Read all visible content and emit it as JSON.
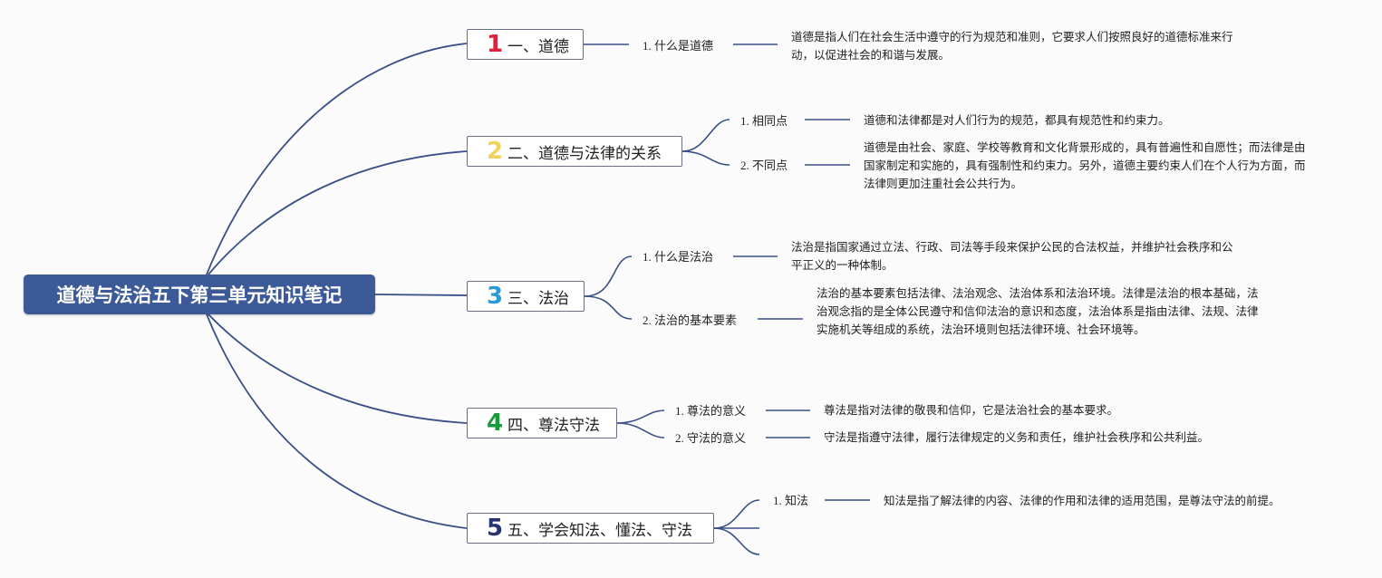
{
  "root": {
    "title": "道德与法治五下第三单元知识笔记"
  },
  "colors": {
    "line": "#3b4f86",
    "root_bg": "#3d5a98",
    "n1": "#d8243c",
    "n2": "#f0d35a",
    "n3": "#2a9ad6",
    "n4": "#169a3c",
    "n5": "#26356f"
  },
  "topics": [
    {
      "num": "1",
      "label": "一、道德",
      "subs": [
        {
          "label": "1. 什么是道德",
          "detail": "道德是指人们在社会生活中遵守的行为规范和准则，它要求人们按照良好的道德标准来行动，以促进社会的和谐与发展。"
        }
      ]
    },
    {
      "num": "2",
      "label": "二、道德与法律的关系",
      "subs": [
        {
          "label": "1. 相同点",
          "detail": "道德和法律都是对人们行为的规范，都具有规范性和约束力。"
        },
        {
          "label": "2. 不同点",
          "detail": "道德是由社会、家庭、学校等教育和文化背景形成的，具有普遍性和自愿性；而法律是由国家制定和实施的，具有强制性和约束力。另外，道德主要约束人们在个人行为方面，而法律则更加注重社会公共行为。"
        }
      ]
    },
    {
      "num": "3",
      "label": "三、法治",
      "subs": [
        {
          "label": "1. 什么是法治",
          "detail": "法治是指国家通过立法、行政、司法等手段来保护公民的合法权益，并维护社会秩序和公平正义的一种体制。"
        },
        {
          "label": "2. 法治的基本要素",
          "detail": "法治的基本要素包括法律、法治观念、法治体系和法治环境。法律是法治的根本基础，法治观念指的是全体公民遵守和信仰法治的意识和态度，法治体系是指由法律、法规、法律实施机关等组成的系统，法治环境则包括法律环境、社会环境等。"
        }
      ]
    },
    {
      "num": "4",
      "label": "四、尊法守法",
      "subs": [
        {
          "label": "1. 尊法的意义",
          "detail": "尊法是指对法律的敬畏和信仰，它是法治社会的基本要求。"
        },
        {
          "label": "2. 守法的意义",
          "detail": "守法是指遵守法律，履行法律规定的义务和责任，维护社会秩序和公共利益。"
        }
      ]
    },
    {
      "num": "5",
      "label": "五、学会知法、懂法、守法",
      "subs": [
        {
          "label": "1. 知法",
          "detail": "知法是指了解法律的内容、法律的作用和法律的适用范围，是尊法守法的前提。"
        }
      ]
    }
  ]
}
